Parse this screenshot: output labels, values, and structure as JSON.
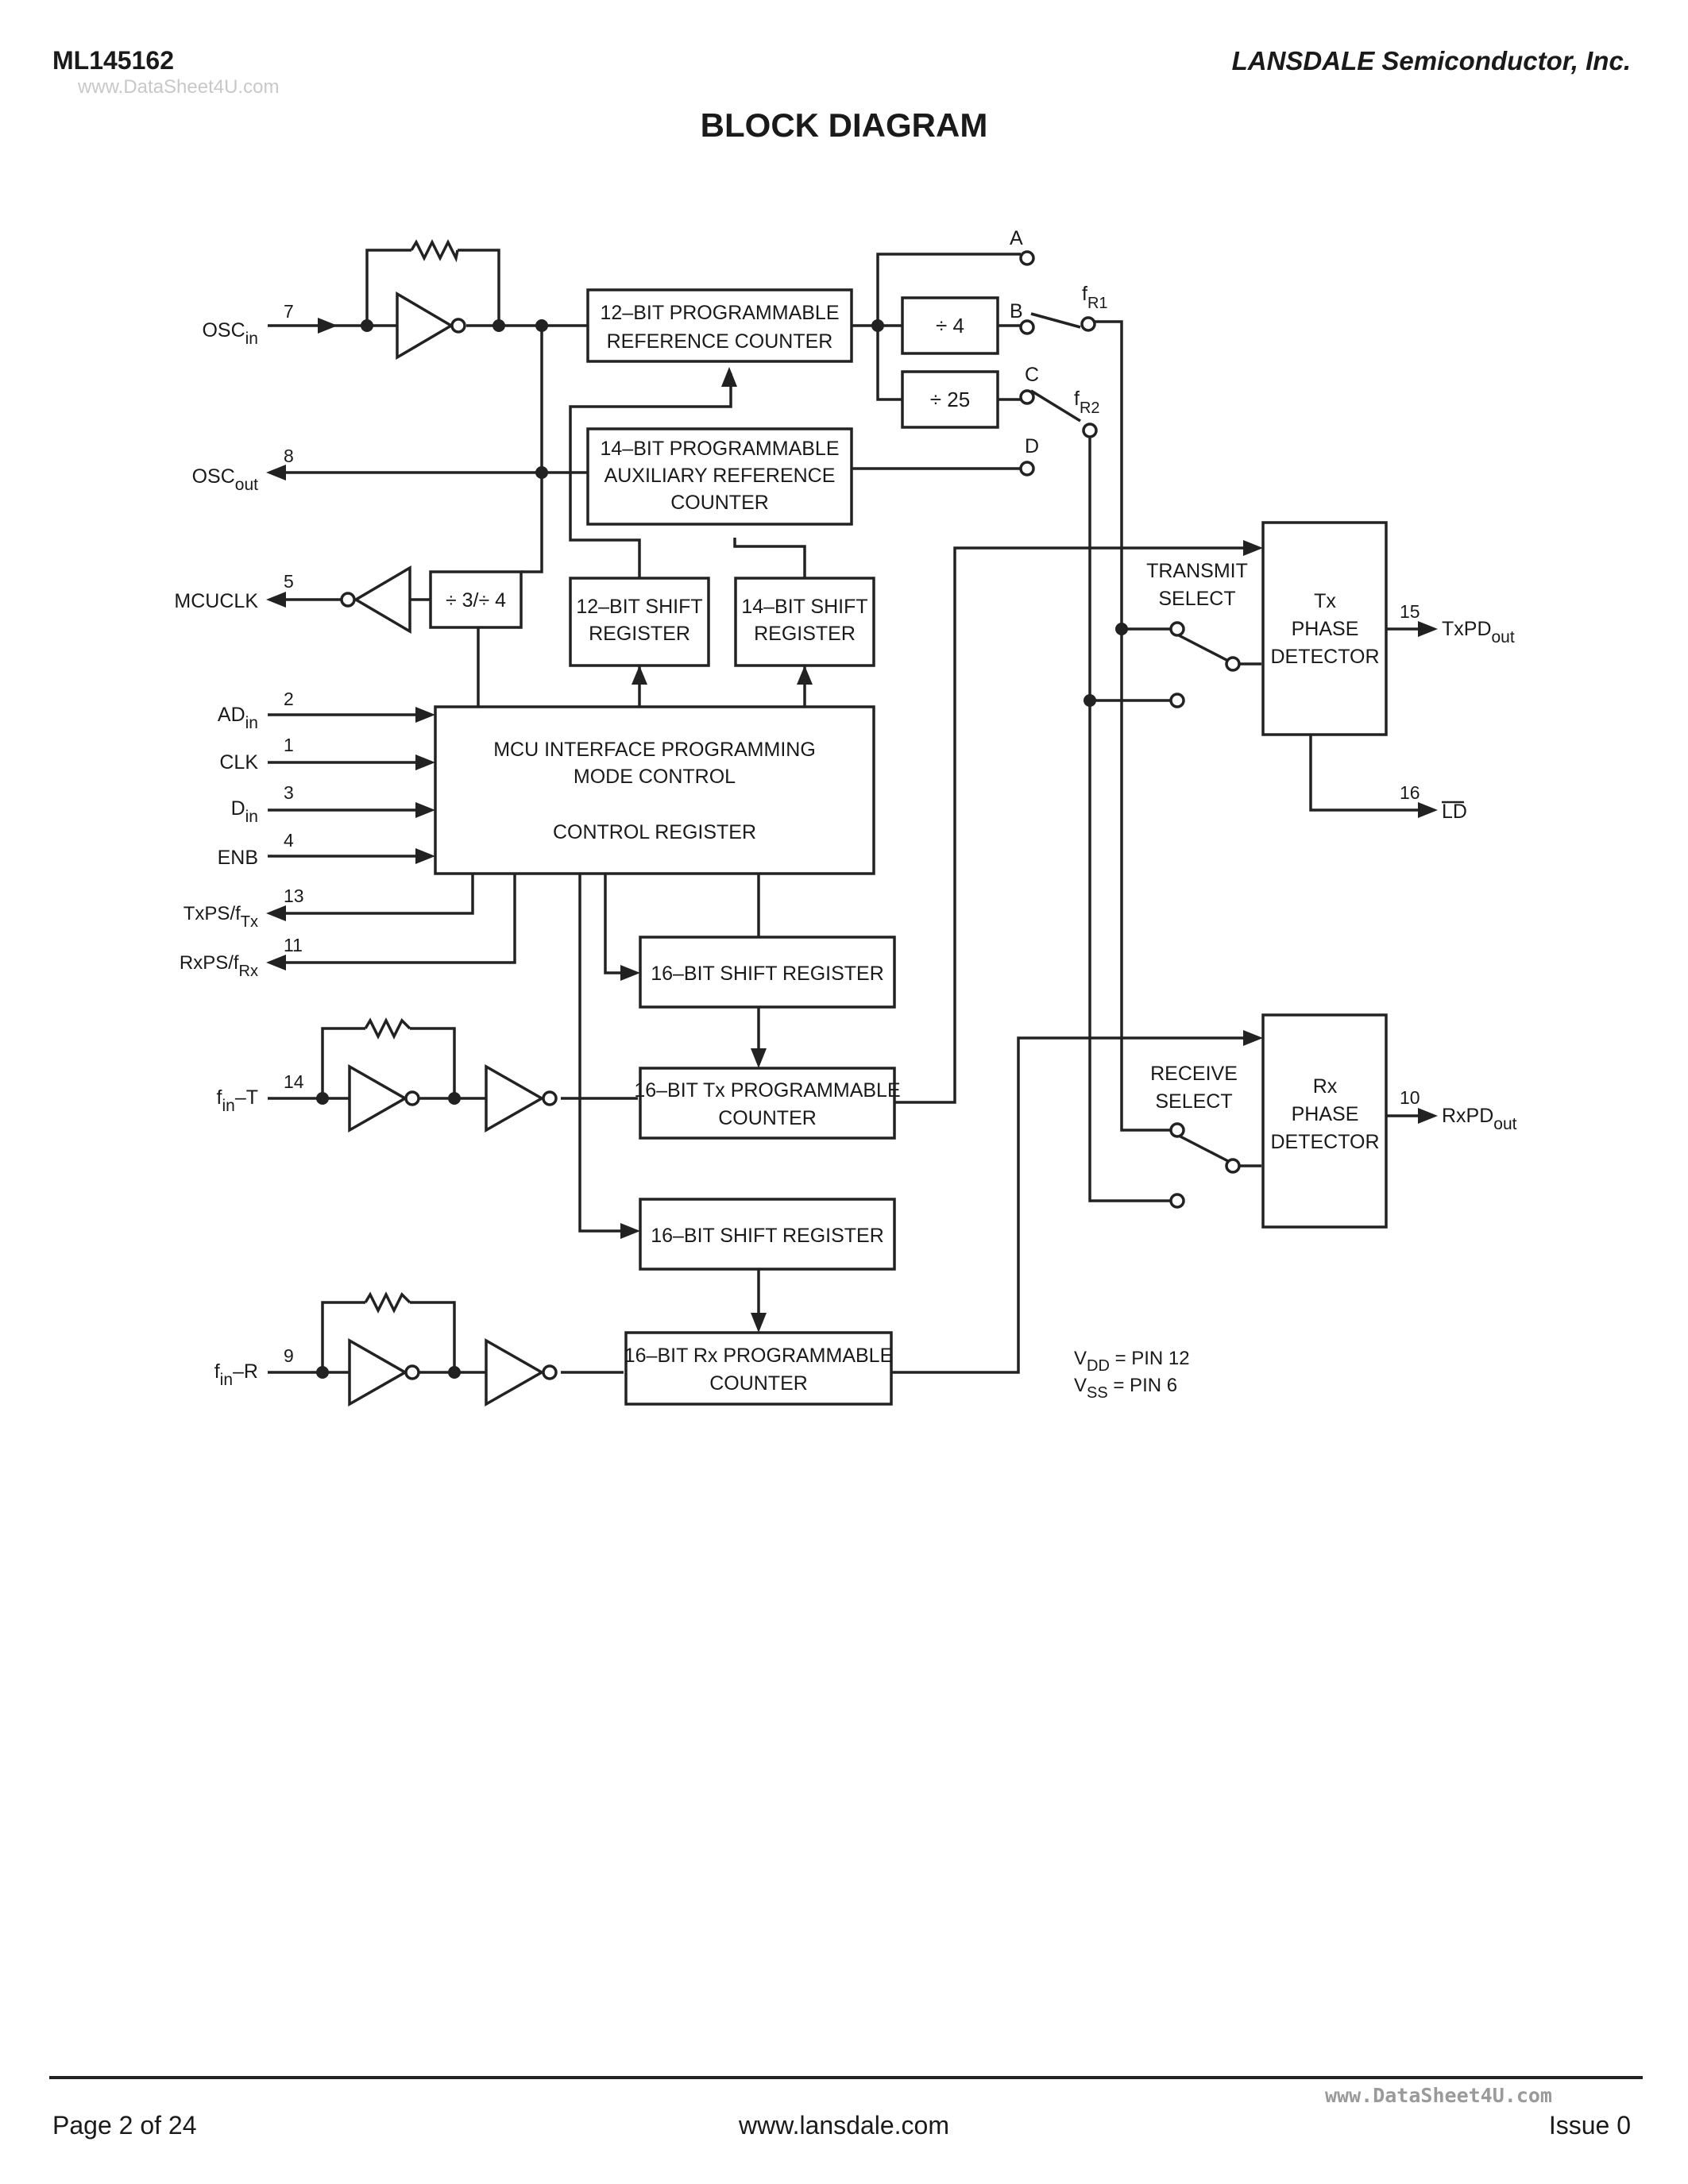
{
  "header": {
    "part_number": "ML145162",
    "watermark": "www.DataSheet4U.com",
    "company": "LANSDALE Semiconductor, Inc."
  },
  "title": "BLOCK DIAGRAM",
  "blocks": {
    "ref_counter": [
      "12–BIT PROGRAMMABLE",
      "REFERENCE COUNTER"
    ],
    "aux_counter": [
      "14–BIT PROGRAMMABLE",
      "AUXILIARY REFERENCE",
      "COUNTER"
    ],
    "div4": "÷ 4",
    "div25": "÷ 25",
    "div34": "÷ 3/÷ 4",
    "shift12": [
      "12–BIT SHIFT",
      "REGISTER"
    ],
    "shift14": [
      "14–BIT SHIFT",
      "REGISTER"
    ],
    "mcu": [
      "MCU INTERFACE PROGRAMMING",
      "MODE CONTROL",
      "CONTROL REGISTER"
    ],
    "shift16a": "16–BIT SHIFT REGISTER",
    "tx_counter": [
      "16–BIT Tx PROGRAMMABLE",
      "COUNTER"
    ],
    "shift16b": "16–BIT SHIFT REGISTER",
    "rx_counter": [
      "16–BIT Rx PROGRAMMABLE",
      "COUNTER"
    ],
    "tx_pd": [
      "Tx",
      "PHASE",
      "DETECTOR"
    ],
    "rx_pd": [
      "Rx",
      "PHASE",
      "DETECTOR"
    ]
  },
  "select_labels": {
    "transmit": [
      "TRANSMIT",
      "SELECT"
    ],
    "receive": [
      "RECEIVE",
      "SELECT"
    ]
  },
  "taps": {
    "a": "A",
    "b": "B",
    "c": "C",
    "d": "D"
  },
  "signals": {
    "fr1_main": "f",
    "fr1_sub": "R1",
    "fr2_main": "f",
    "fr2_sub": "R2"
  },
  "pins": {
    "osc_in": {
      "num": "7",
      "main": "OSC",
      "sub": "in"
    },
    "osc_out": {
      "num": "8",
      "main": "OSC",
      "sub": "out"
    },
    "mcuclk": {
      "num": "5",
      "main": "MCUCLK"
    },
    "ad_in": {
      "num": "2",
      "main": "AD",
      "sub": "in"
    },
    "clk": {
      "num": "1",
      "main": "CLK"
    },
    "d_in": {
      "num": "3",
      "main": "D",
      "sub": "in"
    },
    "enb": {
      "num": "4",
      "main": "ENB"
    },
    "txps": {
      "num": "13",
      "main": "TxPS/f",
      "sub": "Tx"
    },
    "rxps": {
      "num": "11",
      "main": "RxPS/f",
      "sub": "Rx"
    },
    "fin_t": {
      "num": "14",
      "main": "f",
      "sub": "in",
      "post": "–T"
    },
    "fin_r": {
      "num": "9",
      "main": "f",
      "sub": "in",
      "post": "–R"
    },
    "txpd": {
      "num": "15",
      "main": "TxPD",
      "sub": "out"
    },
    "ld": {
      "num": "16",
      "main": "LD"
    },
    "rxpd": {
      "num": "10",
      "main": "RxPD",
      "sub": "out"
    }
  },
  "supply": {
    "vdd_main": "V",
    "vdd_sub": "DD",
    "vdd_rest": " = PIN 12",
    "vss_main": "V",
    "vss_sub": "SS",
    "vss_rest": " = PIN 6"
  },
  "footer": {
    "page": "Page 2 of 24",
    "url": "www.lansdale.com",
    "watermark": "www.DataSheet4U.com",
    "issue": "Issue 0"
  }
}
